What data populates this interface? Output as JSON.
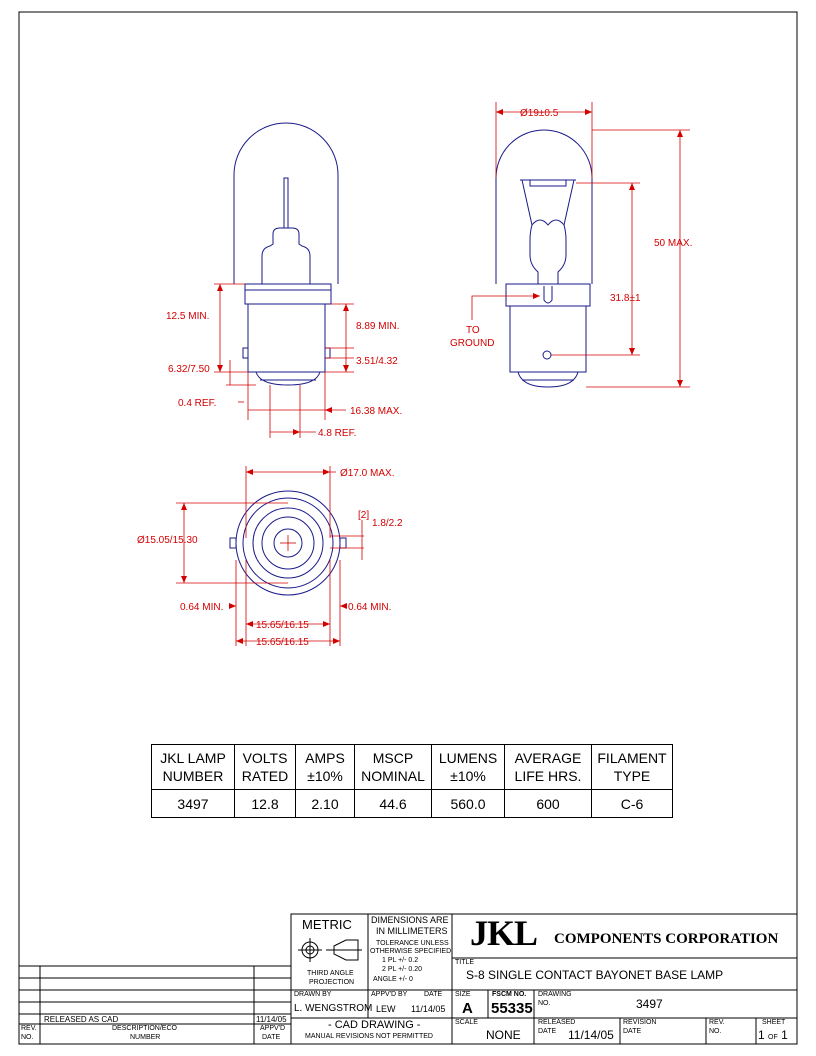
{
  "dimensions": {
    "d_19": "Ø19±0.5",
    "max_50": "50 MAX.",
    "d_31_8": "31.8±1",
    "to_ground_1": "TO",
    "to_ground_2": "GROUND",
    "min_12_5": "12.5 MIN.",
    "min_8_89": "8.89 MIN.",
    "range_6_32": "6.32/7.50",
    "range_3_51": "3.51/4.32",
    "ref_0_4": "0.4 REF.",
    "max_16_38": "16.38 MAX.",
    "ref_4_8": "4.8 REF.",
    "d_17": "Ø17.0 MAX.",
    "bracket_2": "[2]",
    "range_1_8": "1.8/2.2",
    "d_15_05": "Ø15.05/15.30",
    "min_0_64_left": "0.64 MIN.",
    "min_0_64_right": "0.64 MIN.",
    "range_15_65_a": "15.65/16.15",
    "range_15_65_b": "15.65/16.15"
  },
  "spec_table": {
    "headers": [
      [
        "JKL LAMP",
        "NUMBER"
      ],
      [
        "VOLTS",
        "RATED"
      ],
      [
        "AMPS",
        "±10%"
      ],
      [
        "MSCP",
        "NOMINAL"
      ],
      [
        "LUMENS",
        "±10%"
      ],
      [
        "AVERAGE",
        "LIFE HRS."
      ],
      [
        "FILAMENT",
        "TYPE"
      ]
    ],
    "values": [
      "3497",
      "12.8",
      "2.10",
      "44.6",
      "560.0",
      "600",
      "C-6"
    ]
  },
  "title_block": {
    "metric": "METRIC",
    "dims_line1": "DIMENSIONS ARE",
    "dims_line2": "IN MILLIMETERS",
    "tol_line1": "TOLERANCE UNLESS",
    "tol_line2": "OTHERWISE SPECIFIED",
    "tol_1pl": "1 PL +/-   0.2",
    "tol_2pl": "2 PL +/-   0.20",
    "tol_angle": "ANGLE +/-   0",
    "projection_line1": "THIRD ANGLE",
    "projection_line2": "PROJECTION",
    "company_logo": "JKL",
    "company_name": "COMPONENTS CORPORATION",
    "title_label": "TITLE",
    "title": "S-8 SINGLE CONTACT BAYONET BASE LAMP",
    "drawn_by_label": "DRAWN BY",
    "drawn_by": "L. WENGSTROM",
    "apprvd_by_label": "APPV'D BY",
    "apprvd_by": "LEW",
    "date_label": "DATE",
    "date": "11/14/05",
    "size_label": "SIZE",
    "size": "A",
    "fscm_label": "FSCM NO.",
    "fscm": "55335",
    "drawing_label": "DRAWING",
    "no_label": "NO.",
    "drawing_no": "3497",
    "cad_line1": "- CAD DRAWING -",
    "cad_line2": "MANUAL REVISIONS NOT PERMITTED",
    "scale_label": "SCALE",
    "scale": "NONE",
    "released_label": "RELEASED",
    "released_date_label": "DATE",
    "released_date": "11/14/05",
    "revision_label": "REVISION",
    "revision_date_label": "DATE",
    "rev_no_label": "REV.",
    "rev_no_label2": "NO.",
    "sheet_label": "SHEET",
    "sheet_num": "1",
    "sheet_of": "OF",
    "sheet_total": "1"
  },
  "revision_block": {
    "entry_desc": "RELEASED AS CAD",
    "entry_date": "11/14/05",
    "col_rev_1": "REV.",
    "col_rev_2": "NO.",
    "col_desc_1": "DESCRIPTION/ECO",
    "col_desc_2": "NUMBER",
    "col_appvd_1": "APPV'D",
    "col_appvd_2": "DATE"
  },
  "colors": {
    "dimension": "#d40000",
    "outline": "#1a1a8a",
    "border": "#000000"
  }
}
